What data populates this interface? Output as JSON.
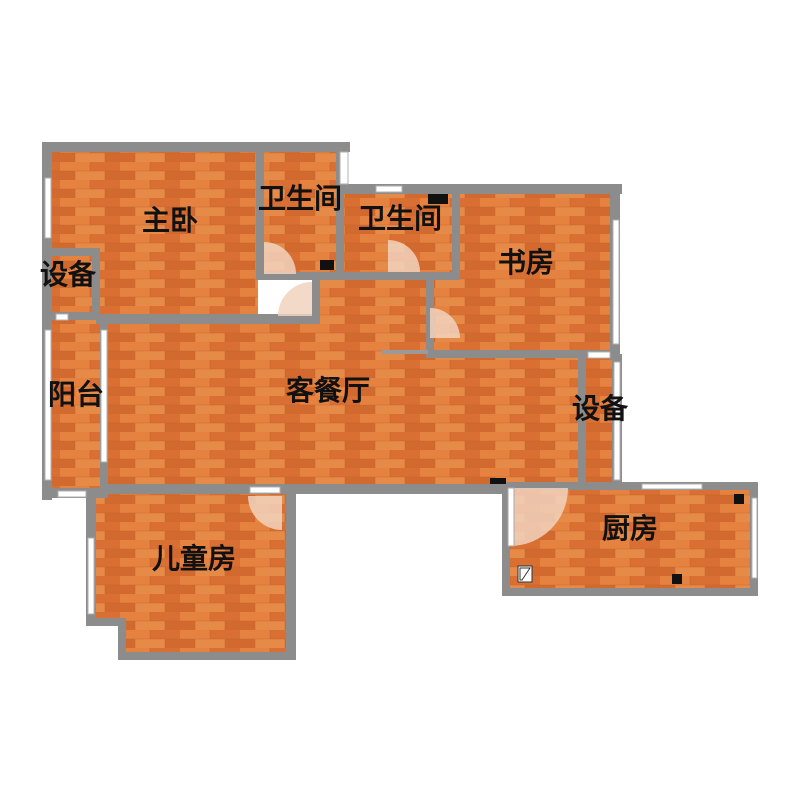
{
  "colors": {
    "floor": "#e07a3c",
    "floor_plank_dark": "#c9612a",
    "floor_plank_light": "#ee9458",
    "wall": "#8c8c8c",
    "window": "#ffffff",
    "background": "#ffffff",
    "label": "#111111"
  },
  "rooms": {
    "master_bedroom": "主卧",
    "bathroom_1": "卫生间",
    "bathroom_2": "卫生间",
    "study": "书房",
    "equipment_left": "设备",
    "balcony": "阳台",
    "living_dining": "客餐厅",
    "equipment_right": "设备",
    "kids_room": "儿童房",
    "kitchen": "厨房"
  }
}
